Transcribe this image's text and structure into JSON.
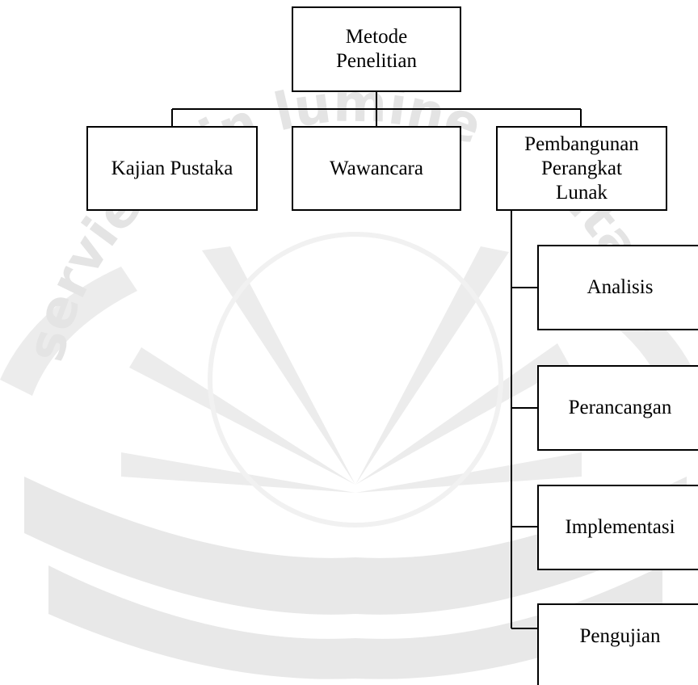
{
  "diagram": {
    "root": {
      "label": "Metode\nPenelitian"
    },
    "children": [
      {
        "label": "Kajian Pustaka"
      },
      {
        "label": "Wawancara"
      },
      {
        "label": "Pembangunan\nPerangkat\nLunak"
      }
    ],
    "sub_steps": [
      {
        "label": "Analisis"
      },
      {
        "label": "Perancangan"
      },
      {
        "label": "Implementasi"
      },
      {
        "label": "Pengujian"
      }
    ]
  },
  "watermark": {
    "text": "serviens in lumine veritatis",
    "color": "#ebebeb"
  }
}
